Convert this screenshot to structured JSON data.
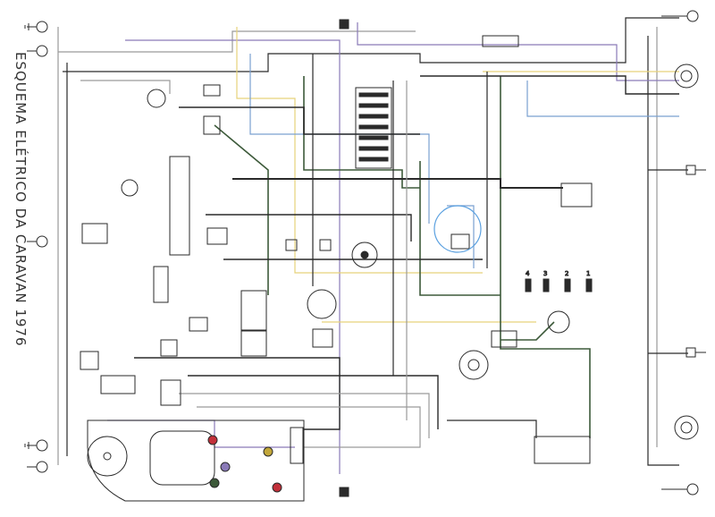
{
  "title": "ESQUEMA ELÉTRICO DA CARAVAN 1976",
  "colors": {
    "black": "#2a2a2a",
    "green": "#3d5a3a",
    "purple": "#8a7ab8",
    "yellow": "#e6d27a",
    "blue": "#7aa0d0",
    "gray": "#9a9a9a",
    "red": "#c2303a",
    "sensor_blue": "#5aa0e0"
  },
  "labels": {
    "cyl4": "4",
    "cyl3": "3",
    "cyl2": "2",
    "cyl1": "1"
  }
}
